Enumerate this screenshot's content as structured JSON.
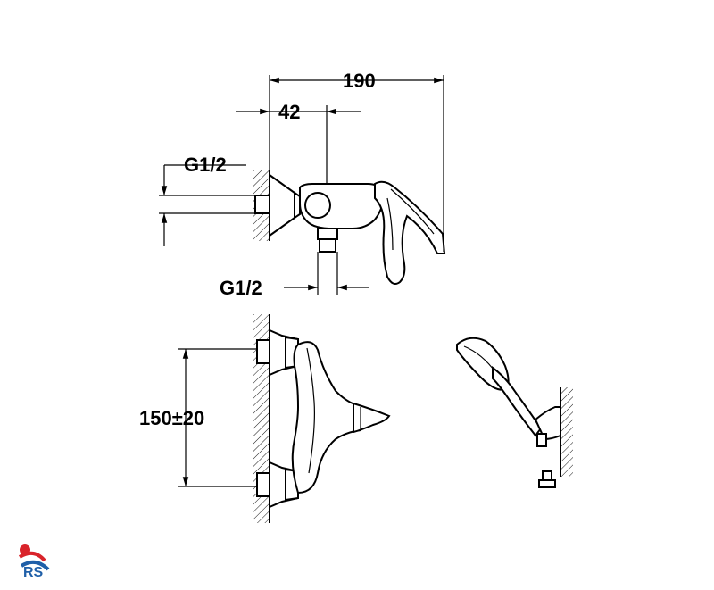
{
  "dimensions": {
    "overall_width": "190",
    "offset": "42",
    "inlet_thread": "G1/2",
    "outlet_thread": "G1/2",
    "center_distance": "150±20"
  },
  "logo": {
    "text": "RS",
    "colors": [
      "#d9232a",
      "#1f5fa8"
    ]
  }
}
